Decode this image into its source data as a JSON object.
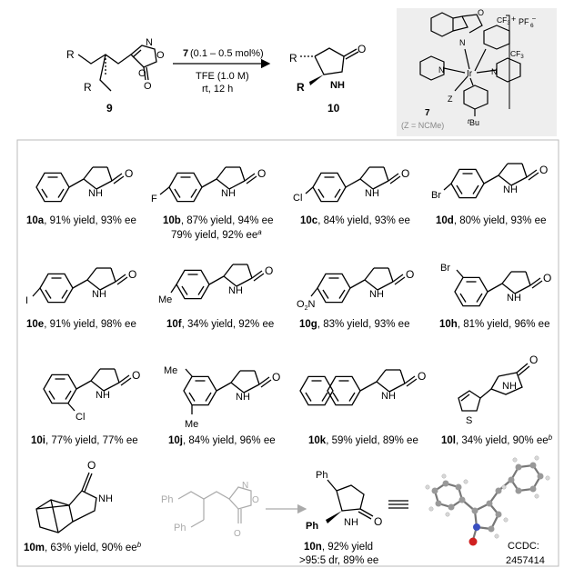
{
  "reaction": {
    "reactant_label": "9",
    "product_label": "10",
    "conditions": {
      "catalyst_num": "7",
      "catalyst_loading": "(0.1 – 0.5 mol%)",
      "solvent": "TFE (1.0 M)",
      "temp_time": "rt, 12 h"
    },
    "atoms": {
      "R": "R",
      "N": "N",
      "O": "O",
      "NH": "NH"
    }
  },
  "catalyst": {
    "label": "7",
    "note": "(Z = NCMe)",
    "charge": "+",
    "counterion": "PF",
    "counterion_sub": "6",
    "counterion_sup": "–",
    "cf3": "CF",
    "cf3_sub": "3",
    "metal": "Ir",
    "z": "Z",
    "tbu_pre": "t",
    "tbu": "Bu",
    "n": "N",
    "o": "O"
  },
  "substituents": {
    "F": "F",
    "Cl": "Cl",
    "Br": "Br",
    "I": "I",
    "Me": "Me",
    "O2N_pre": "O",
    "O2N_sub": "2",
    "O2N_post": "N",
    "S": "S",
    "Ph": "Ph"
  },
  "products": [
    {
      "id": "10a",
      "text": ", 91% yield, 93% ee"
    },
    {
      "id": "10b",
      "text": ", 87% yield, 94% ee",
      "extra": "79% yield, 92% ee",
      "extra_sup": "a"
    },
    {
      "id": "10c",
      "text": ", 84% yield, 93% ee"
    },
    {
      "id": "10d",
      "text": ", 80% yield, 93% ee"
    },
    {
      "id": "10e",
      "text": ", 91% yield, 98% ee"
    },
    {
      "id": "10f",
      "text": ", 34% yield, 92% ee"
    },
    {
      "id": "10g",
      "text": ", 83% yield, 93% ee"
    },
    {
      "id": "10h",
      "text": ", 81% yield, 96% ee"
    },
    {
      "id": "10i",
      "text": ", 77% yield, 77% ee"
    },
    {
      "id": "10j",
      "text": ", 84% yield, 96% ee"
    },
    {
      "id": "10k",
      "text": ", 59% yield, 89% ee"
    },
    {
      "id": "10l",
      "text": ", 34% yield, 90% ee",
      "sup": "b"
    },
    {
      "id": "10m",
      "text": ", 63% yield, 90% ee",
      "sup": "b"
    },
    {
      "id": "10n",
      "text": ", 92% yield",
      "line2": ">95:5 dr, 89% ee"
    }
  ],
  "crystal": {
    "ccdc_label": "CCDC:",
    "ccdc_number": "2457414"
  }
}
